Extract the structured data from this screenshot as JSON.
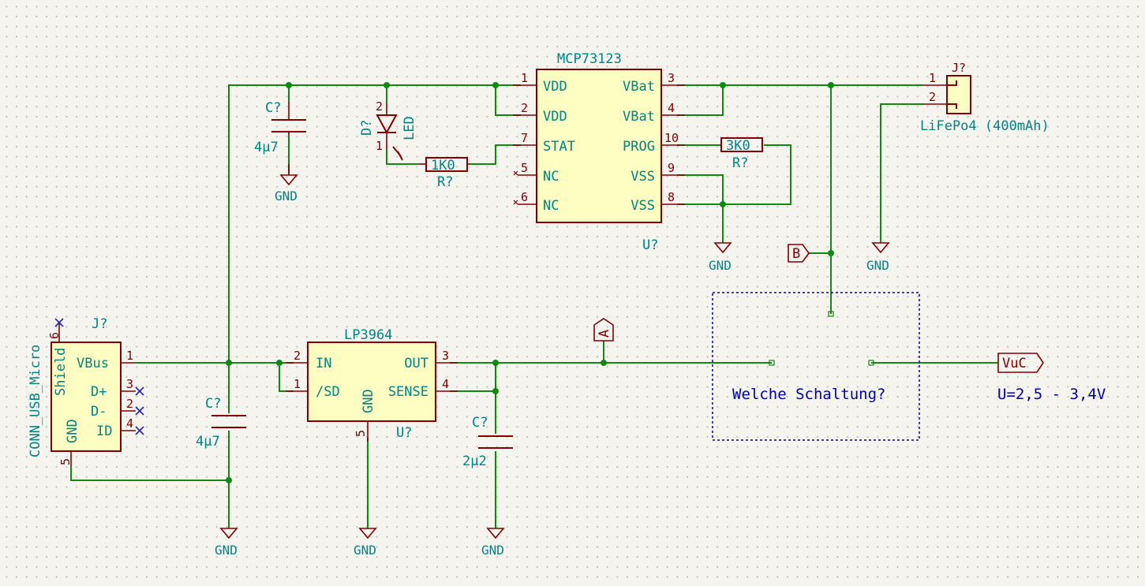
{
  "components": {
    "charger_ic": {
      "ref": "U?",
      "value": "MCP73123",
      "pins_left": [
        {
          "num": "1",
          "name": "VDD"
        },
        {
          "num": "2",
          "name": "VDD"
        },
        {
          "num": "7",
          "name": "STAT"
        },
        {
          "num": "5",
          "name": "NC"
        },
        {
          "num": "6",
          "name": "NC"
        }
      ],
      "pins_right": [
        {
          "num": "3",
          "name": "VBat"
        },
        {
          "num": "4",
          "name": "VBat"
        },
        {
          "num": "10",
          "name": "PROG"
        },
        {
          "num": "9",
          "name": "VSS"
        },
        {
          "num": "8",
          "name": "VSS"
        }
      ]
    },
    "ldo": {
      "ref": "U?",
      "value": "LP3964",
      "pins_left": [
        {
          "num": "2",
          "name": "IN"
        },
        {
          "num": "1",
          "name": "/SD"
        }
      ],
      "pins_right": [
        {
          "num": "3",
          "name": "OUT"
        },
        {
          "num": "4",
          "name": "SENSE"
        }
      ],
      "pin_bottom": {
        "num": "5",
        "name": "GND"
      }
    },
    "usb": {
      "ref": "J?",
      "value": "CONN_USB_Micro",
      "pins": [
        {
          "num": "1",
          "name": "VBus"
        },
        {
          "num": "3",
          "name": "D+"
        },
        {
          "num": "2",
          "name": "D-"
        },
        {
          "num": "4",
          "name": "ID"
        },
        {
          "num": "6",
          "name": "Shield"
        },
        {
          "num": "5",
          "name": "GND"
        }
      ]
    },
    "battery_conn": {
      "ref": "J?",
      "value": "LiFePo4 (400mAh)",
      "pins": [
        "1",
        "2"
      ]
    },
    "cap_top": {
      "ref": "C?",
      "value": "4µ7"
    },
    "cap_usb": {
      "ref": "C?",
      "value": "4µ7"
    },
    "cap_out": {
      "ref": "C?",
      "value": "2µ2"
    },
    "led": {
      "ref": "D?",
      "value": "LED",
      "pins": [
        "2",
        "1"
      ]
    },
    "r_led": {
      "ref": "R?",
      "value": "1K0"
    },
    "r_prog": {
      "ref": "R?",
      "value": "3K0"
    }
  },
  "power": {
    "gnd_label": "GND"
  },
  "labels": {
    "a": "A",
    "b": "B",
    "vuc": "VuC"
  },
  "sheet": {
    "text": "Welche Schaltung?"
  },
  "note": "U=2,5 - 3,4V",
  "colors": {
    "wire": "#118811",
    "body_fill": "#fffec2",
    "body_stroke": "#840000",
    "text": "#008484",
    "sheet": "#0000aa"
  }
}
